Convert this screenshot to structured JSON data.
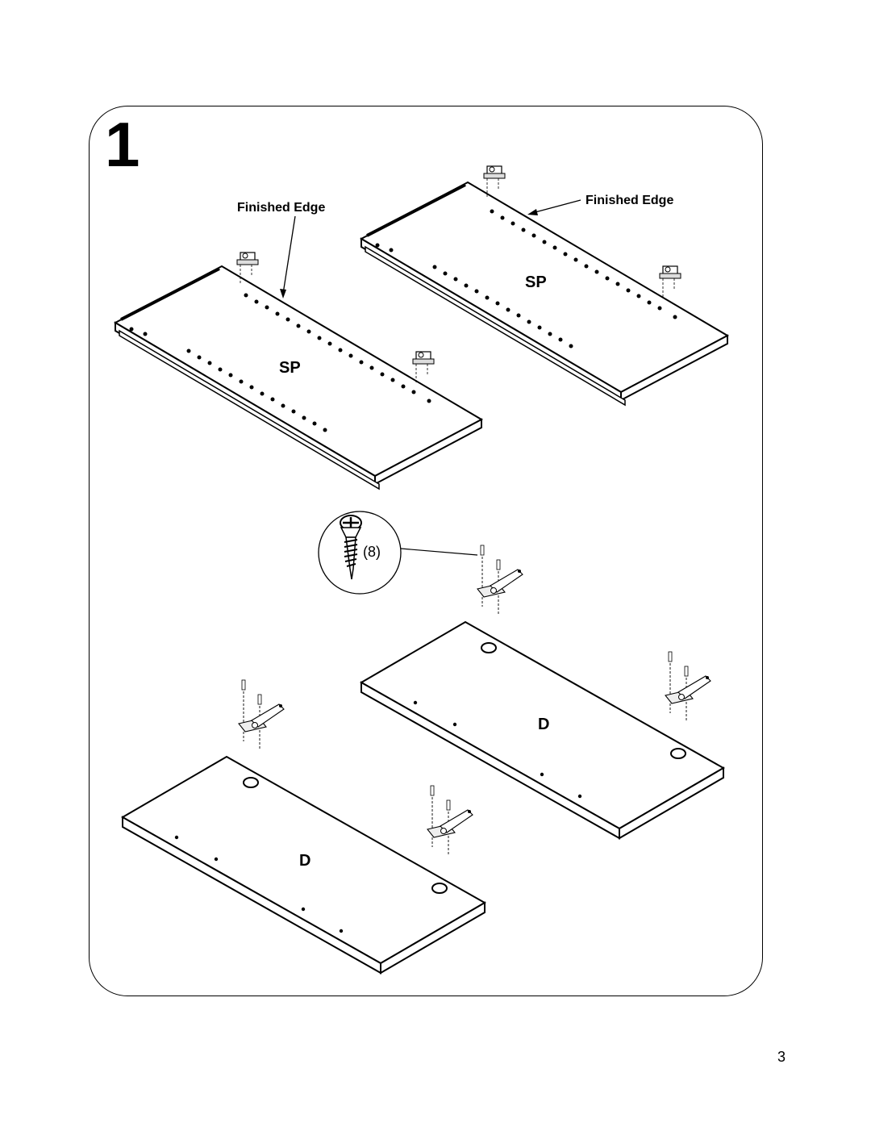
{
  "step": {
    "number": "1"
  },
  "labels": {
    "finished_edge_left": "Finished Edge",
    "finished_edge_right": "Finished Edge",
    "side_panel_left": "SP",
    "side_panel_right": "SP",
    "door_right": "D",
    "door_left": "D"
  },
  "hardware": {
    "screw_icon": "phillips-flat-head-screw-icon",
    "screw_quantity": "(8)"
  },
  "footer": {
    "page_number": "3"
  }
}
